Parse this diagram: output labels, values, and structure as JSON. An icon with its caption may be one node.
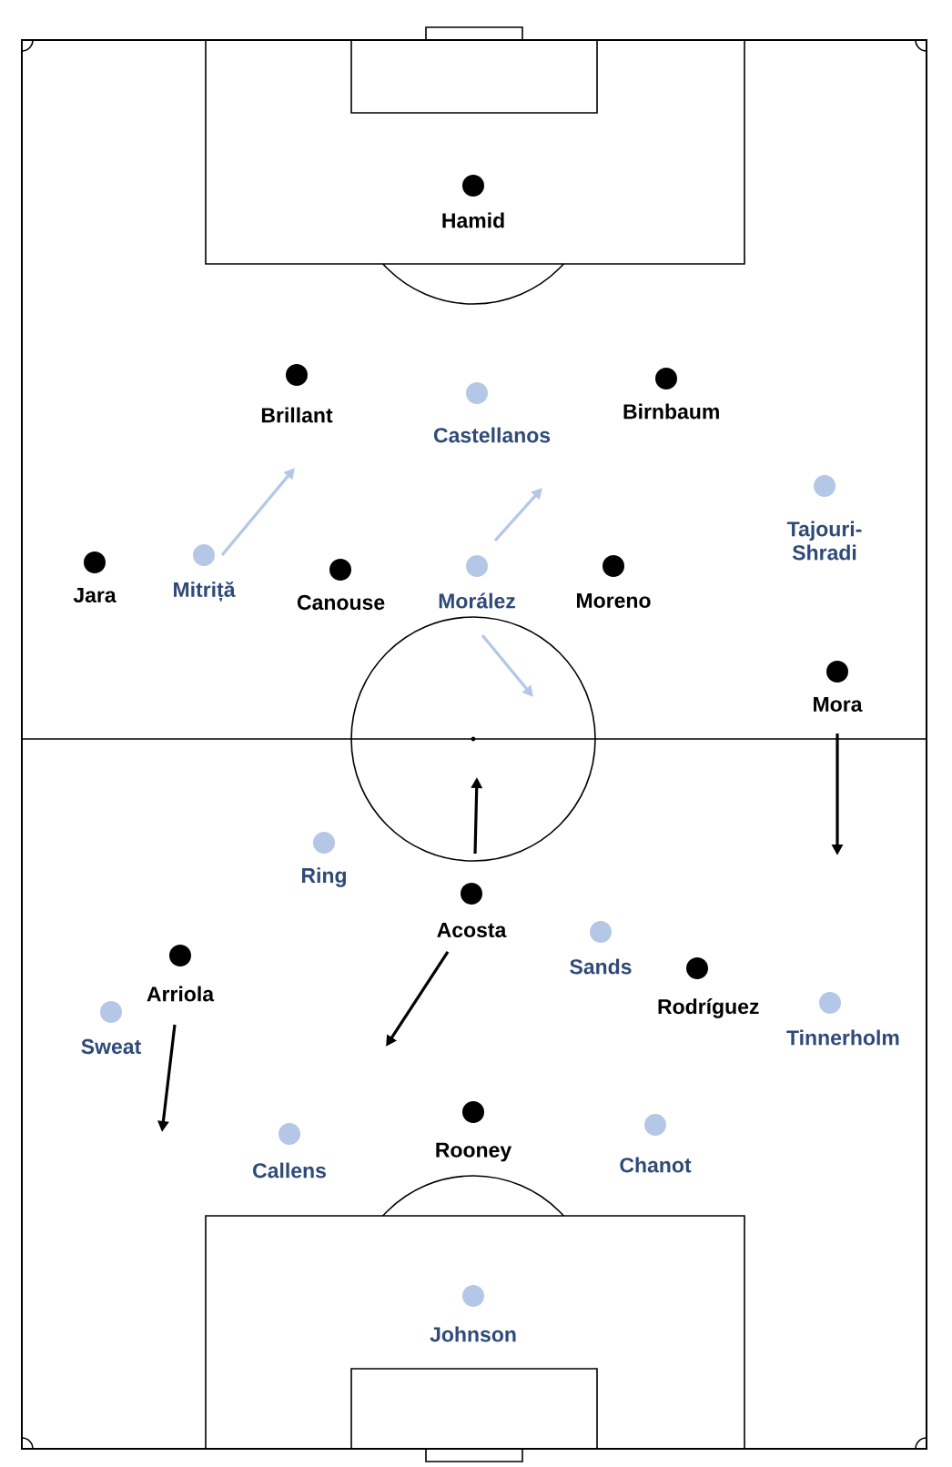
{
  "diagram": {
    "nodes": [
      {
        "text": [
          "Hamid"
        ]
      },
      {
        "text": [
          "Brillant"
        ]
      },
      {
        "text": [
          "Castellanos"
        ]
      },
      {
        "text": [
          "Birnbaum"
        ]
      },
      {
        "text": [
          "Tajouri-Shradi"
        ]
      },
      {
        "text": [
          "Jara"
        ]
      },
      {
        "text": [
          "Mitriță"
        ]
      },
      {
        "text": [
          "Canouse"
        ]
      },
      {
        "text": [
          "Morález"
        ]
      },
      {
        "text": [
          "Moreno"
        ]
      },
      {
        "text": [
          "Mora"
        ]
      },
      {
        "text": [
          "Ring"
        ]
      },
      {
        "text": [
          "Acosta"
        ]
      },
      {
        "text": [
          "Sands"
        ]
      },
      {
        "text": [
          "Arriola"
        ]
      },
      {
        "text": [
          "Rodríguez"
        ]
      },
      {
        "text": [
          "Sweat"
        ]
      },
      {
        "text": [
          "Tinnerholm"
        ]
      },
      {
        "text": [
          "Callens"
        ]
      },
      {
        "text": [
          "Rooney"
        ]
      },
      {
        "text": [
          "Chanot"
        ]
      },
      {
        "text": [
          "Johnson"
        ]
      }
    ]
  }
}
